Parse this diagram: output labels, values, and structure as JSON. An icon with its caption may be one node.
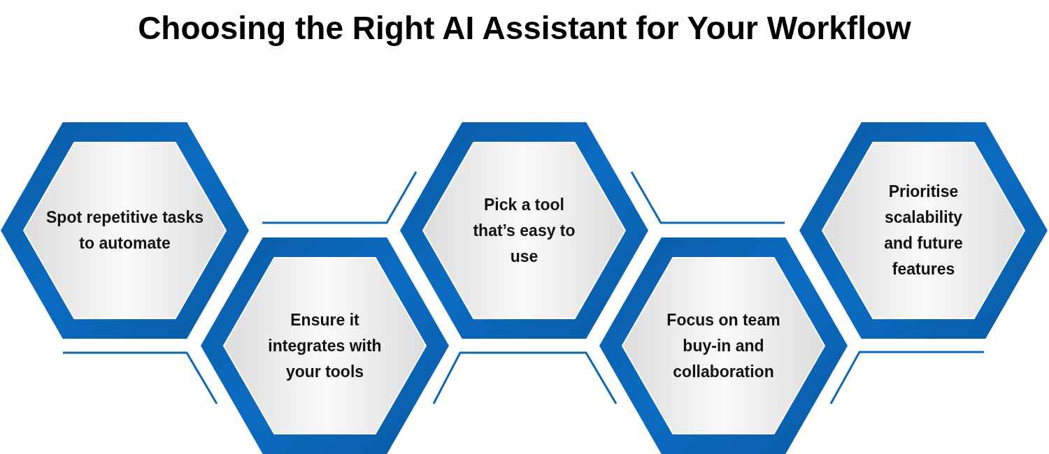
{
  "diagram": {
    "title": "Choosing the Right AI Assistant for Your Workflow",
    "nodes": [
      {
        "text": [
          "Spot repetitive tasks to automate"
        ]
      },
      {
        "text": [
          "Ensure it integrates with your tools"
        ]
      },
      {
        "text": [
          "Pick a tool that’s easy to use"
        ]
      },
      {
        "text": [
          "Focus on team buy-in and collaboration"
        ]
      },
      {
        "text": [
          "Prioritise scalability and future features"
        ]
      }
    ]
  }
}
